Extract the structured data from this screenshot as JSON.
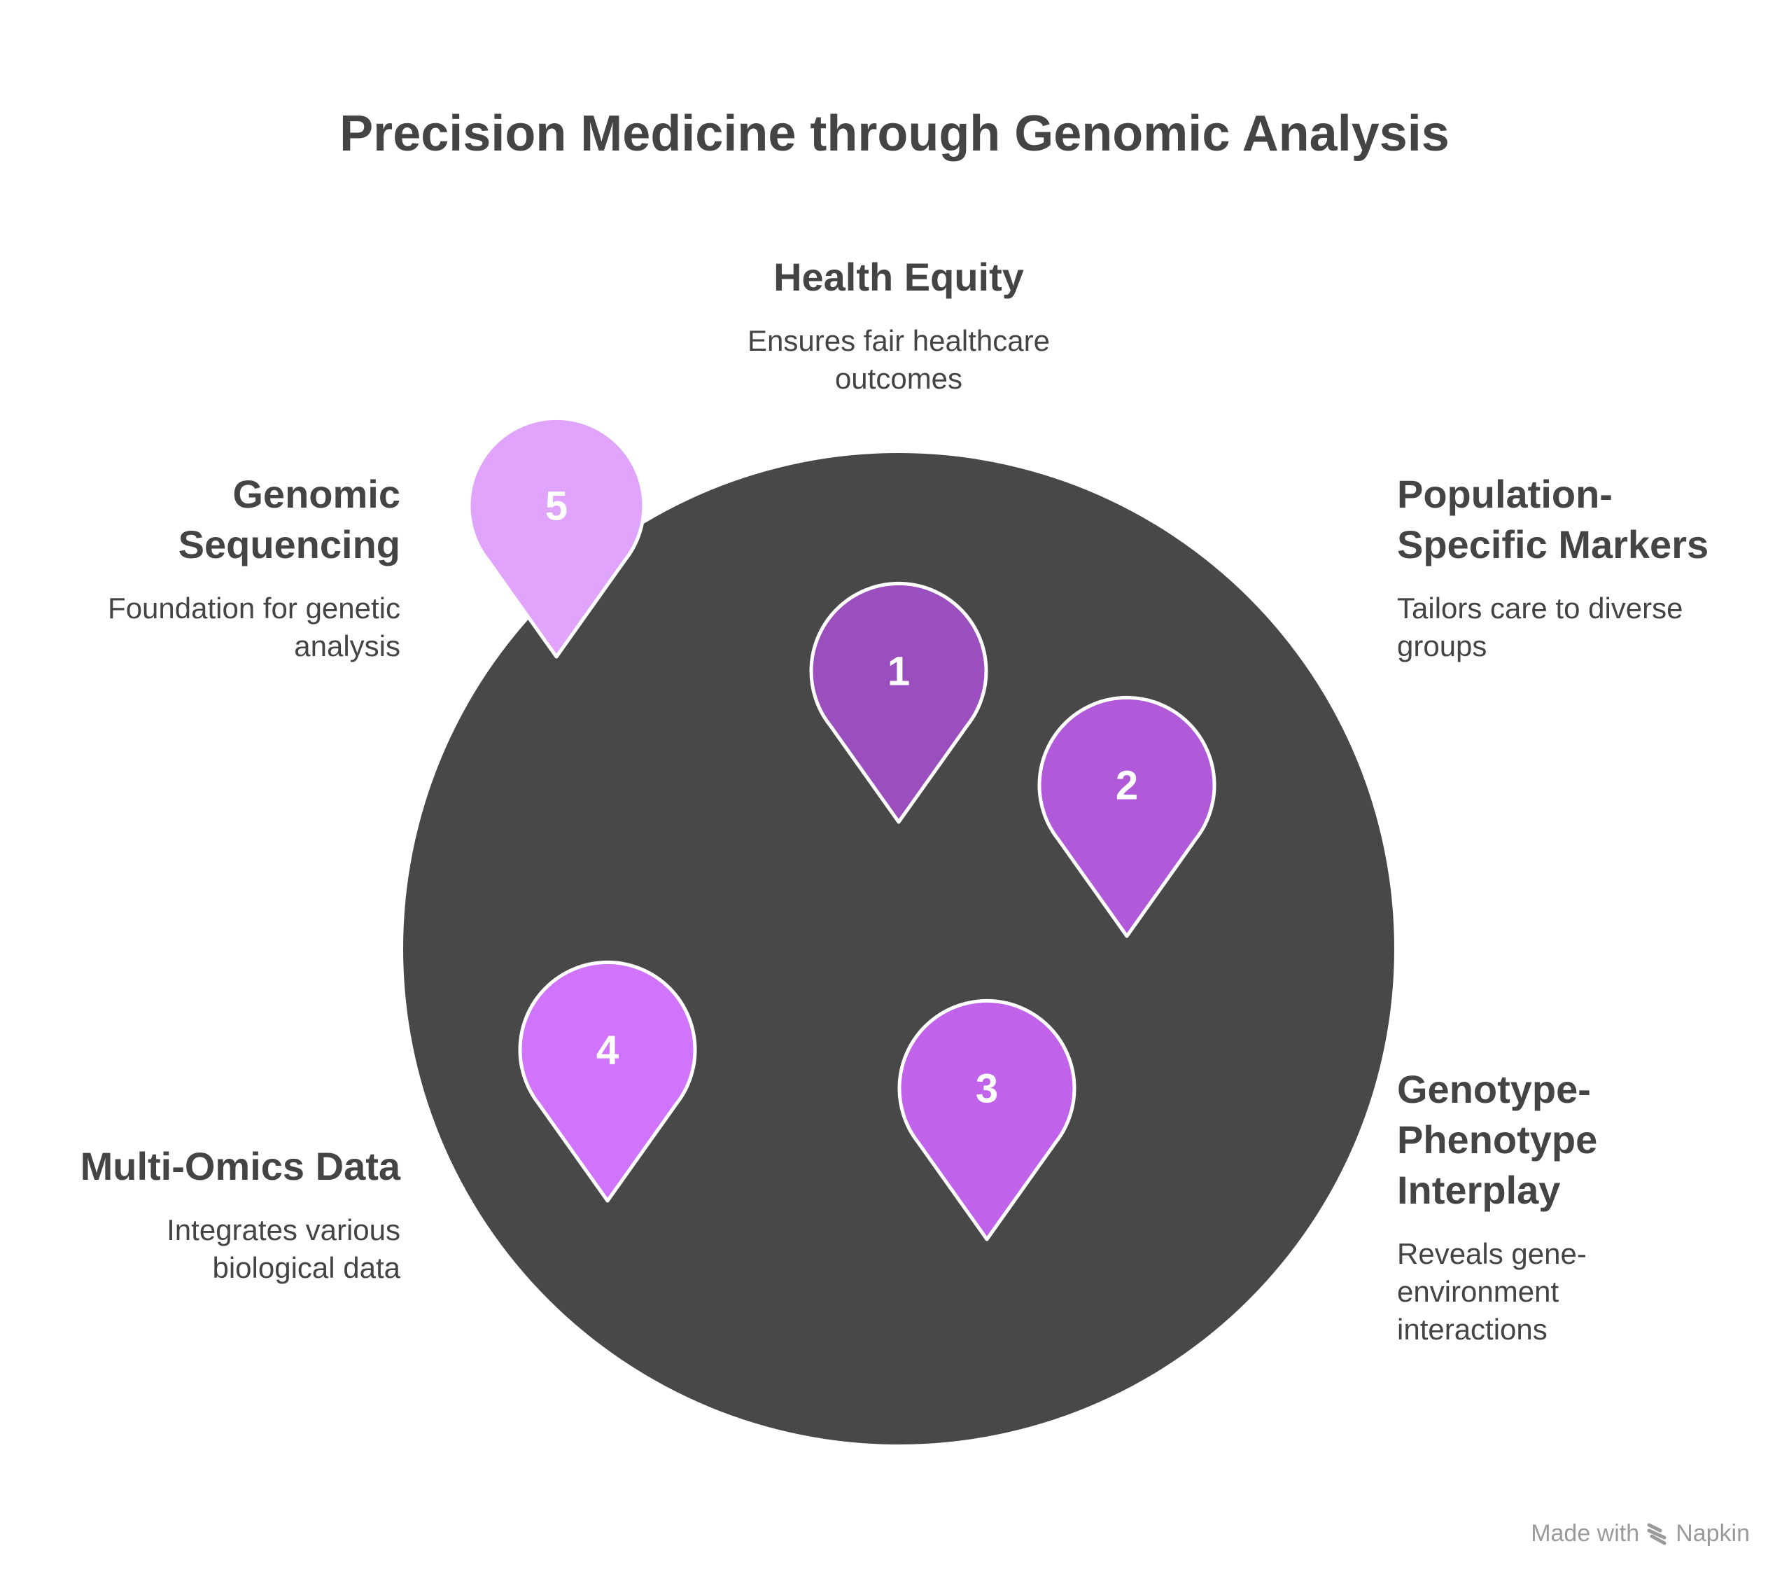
{
  "title": "Precision Medicine through Genomic Analysis",
  "colors": {
    "circle": "#484848",
    "marker_1": "#9b4fbf",
    "marker_2": "#b05ad9",
    "marker_3": "#c063ea",
    "marker_4": "#cf74fb",
    "marker_5": "#e0a4fc",
    "text": "#444444"
  },
  "items": [
    {
      "number": "1",
      "title": "Health Equity",
      "description": "Ensures fair healthcare outcomes"
    },
    {
      "number": "2",
      "title": "Population-Specific Markers",
      "description": "Tailors care to diverse groups"
    },
    {
      "number": "3",
      "title": "Genotype-Phenotype Interplay",
      "description": "Reveals gene-environment interactions"
    },
    {
      "number": "4",
      "title": "Multi-Omics Data",
      "description": "Integrates various biological data"
    },
    {
      "number": "5",
      "title": "Genomic Sequencing",
      "description": "Foundation for genetic analysis"
    }
  ],
  "watermark": {
    "prefix": "Made with",
    "brand": "Napkin",
    "icon": "napkin-logo-icon"
  }
}
